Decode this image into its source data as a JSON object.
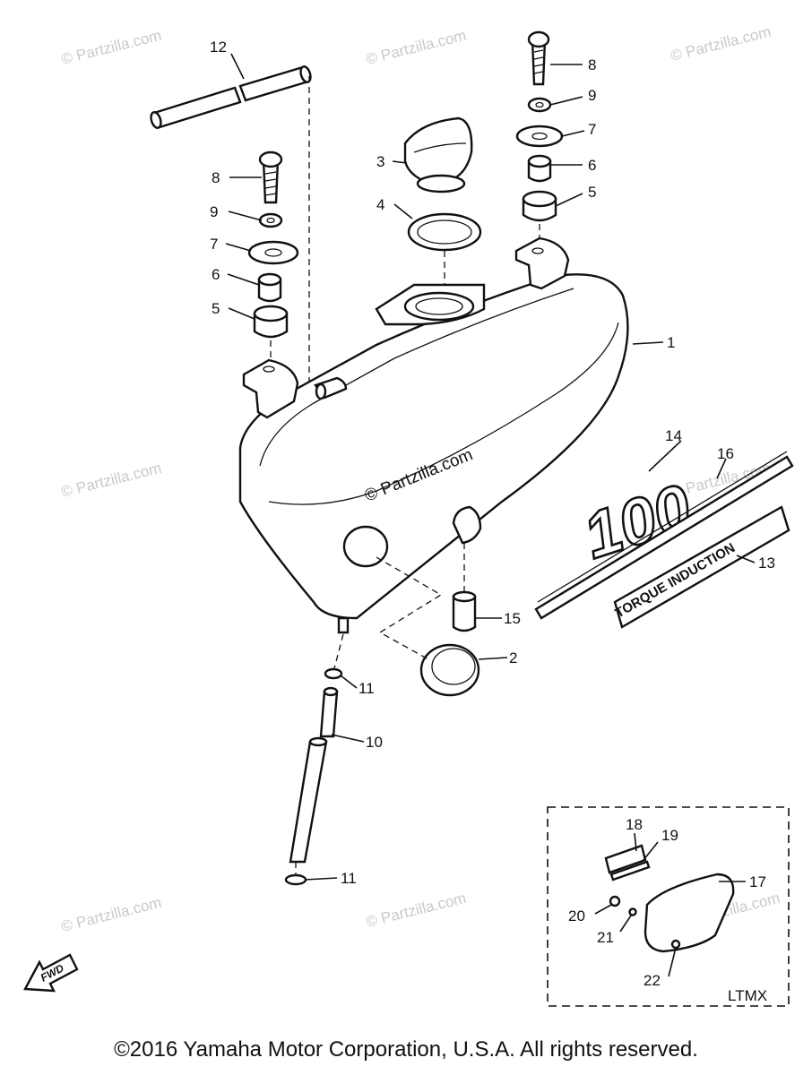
{
  "watermark": "© Partzilla.com",
  "center_watermark": "© Partzilla.com",
  "labels": {
    "p1": "1",
    "p2": "2",
    "p3": "3",
    "p4": "4",
    "p5a": "5",
    "p5b": "5",
    "p6a": "6",
    "p6b": "6",
    "p7a": "7",
    "p7b": "7",
    "p8a": "8",
    "p8b": "8",
    "p9a": "9",
    "p9b": "9",
    "p10": "10",
    "p11a": "11",
    "p11b": "11",
    "p12": "12",
    "p13": "13",
    "p14": "14",
    "p15": "15",
    "p16": "16",
    "p17": "17",
    "p18": "18",
    "p19": "19",
    "p20": "20",
    "p21": "21",
    "p22": "22"
  },
  "emblem_text": "100",
  "decal_text": "TORQUE INDUCTION",
  "inset_label": "LTMX",
  "fwd_label": "FWD",
  "copyright": "©2016 Yamaha Motor Corporation, U.S.A. All rights reserved."
}
